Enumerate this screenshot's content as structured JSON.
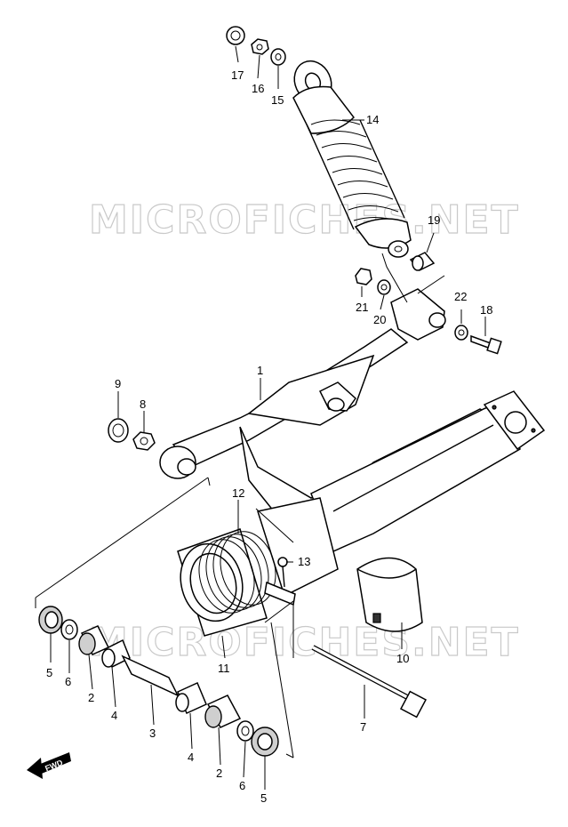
{
  "watermark": "MICROFICHES.NET",
  "fwd_label": "FWD",
  "callouts": [
    {
      "id": "c1",
      "text": "1"
    },
    {
      "id": "c2a",
      "text": "2"
    },
    {
      "id": "c2b",
      "text": "2"
    },
    {
      "id": "c3",
      "text": "3"
    },
    {
      "id": "c4a",
      "text": "4"
    },
    {
      "id": "c4b",
      "text": "4"
    },
    {
      "id": "c5a",
      "text": "5"
    },
    {
      "id": "c5b",
      "text": "5"
    },
    {
      "id": "c6a",
      "text": "6"
    },
    {
      "id": "c6b",
      "text": "6"
    },
    {
      "id": "c7",
      "text": "7"
    },
    {
      "id": "c8",
      "text": "8"
    },
    {
      "id": "c9",
      "text": "9"
    },
    {
      "id": "c10",
      "text": "10"
    },
    {
      "id": "c11",
      "text": "11"
    },
    {
      "id": "c12",
      "text": "12"
    },
    {
      "id": "c13",
      "text": "13"
    },
    {
      "id": "c14",
      "text": "14"
    },
    {
      "id": "c15",
      "text": "15"
    },
    {
      "id": "c16",
      "text": "16"
    },
    {
      "id": "c17",
      "text": "17"
    },
    {
      "id": "c18",
      "text": "18"
    },
    {
      "id": "c19",
      "text": "19"
    },
    {
      "id": "c20",
      "text": "20"
    },
    {
      "id": "c21",
      "text": "21"
    },
    {
      "id": "c22",
      "text": "22"
    }
  ]
}
